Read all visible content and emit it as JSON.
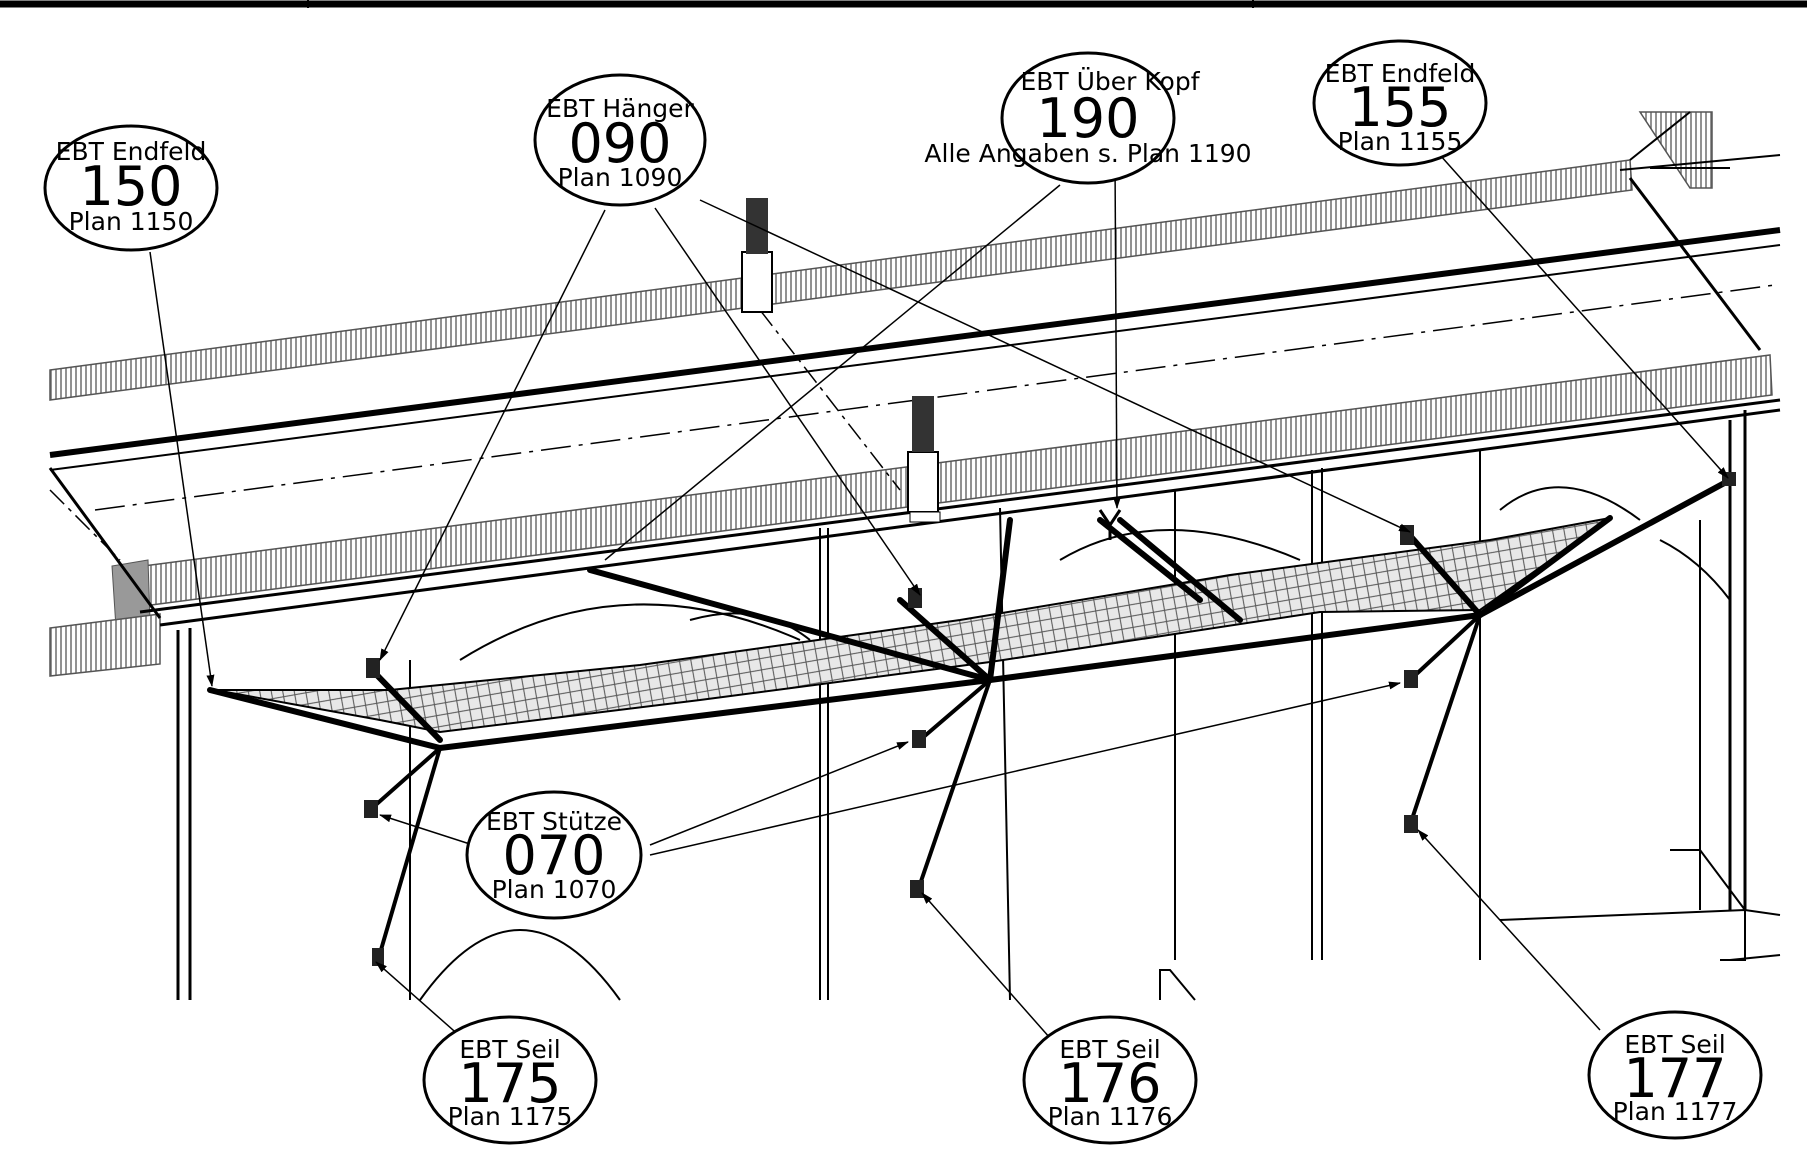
{
  "callouts": {
    "c150": {
      "line1": "EBT Endfeld",
      "number": "150",
      "plan": "Plan 1150"
    },
    "c090": {
      "line1": "EBT Hänger",
      "number": "090",
      "plan": "Plan 1090"
    },
    "c190": {
      "line1": "EBT Über Kopf",
      "number": "190",
      "note": "Alle Angaben s. Plan 1190"
    },
    "c155": {
      "line1": "EBT Endfeld",
      "number": "155",
      "plan": "Plan 1155"
    },
    "c070": {
      "line1": "EBT Stütze",
      "number": "070",
      "plan": "Plan 1070"
    },
    "c175": {
      "line1": "EBT Seil",
      "number": "175",
      "plan": "Plan 1175"
    },
    "c176": {
      "line1": "EBT Seil",
      "number": "176",
      "plan": "Plan 1176"
    },
    "c177": {
      "line1": "EBT Seil",
      "number": "177",
      "plan": "Plan 1177"
    }
  }
}
